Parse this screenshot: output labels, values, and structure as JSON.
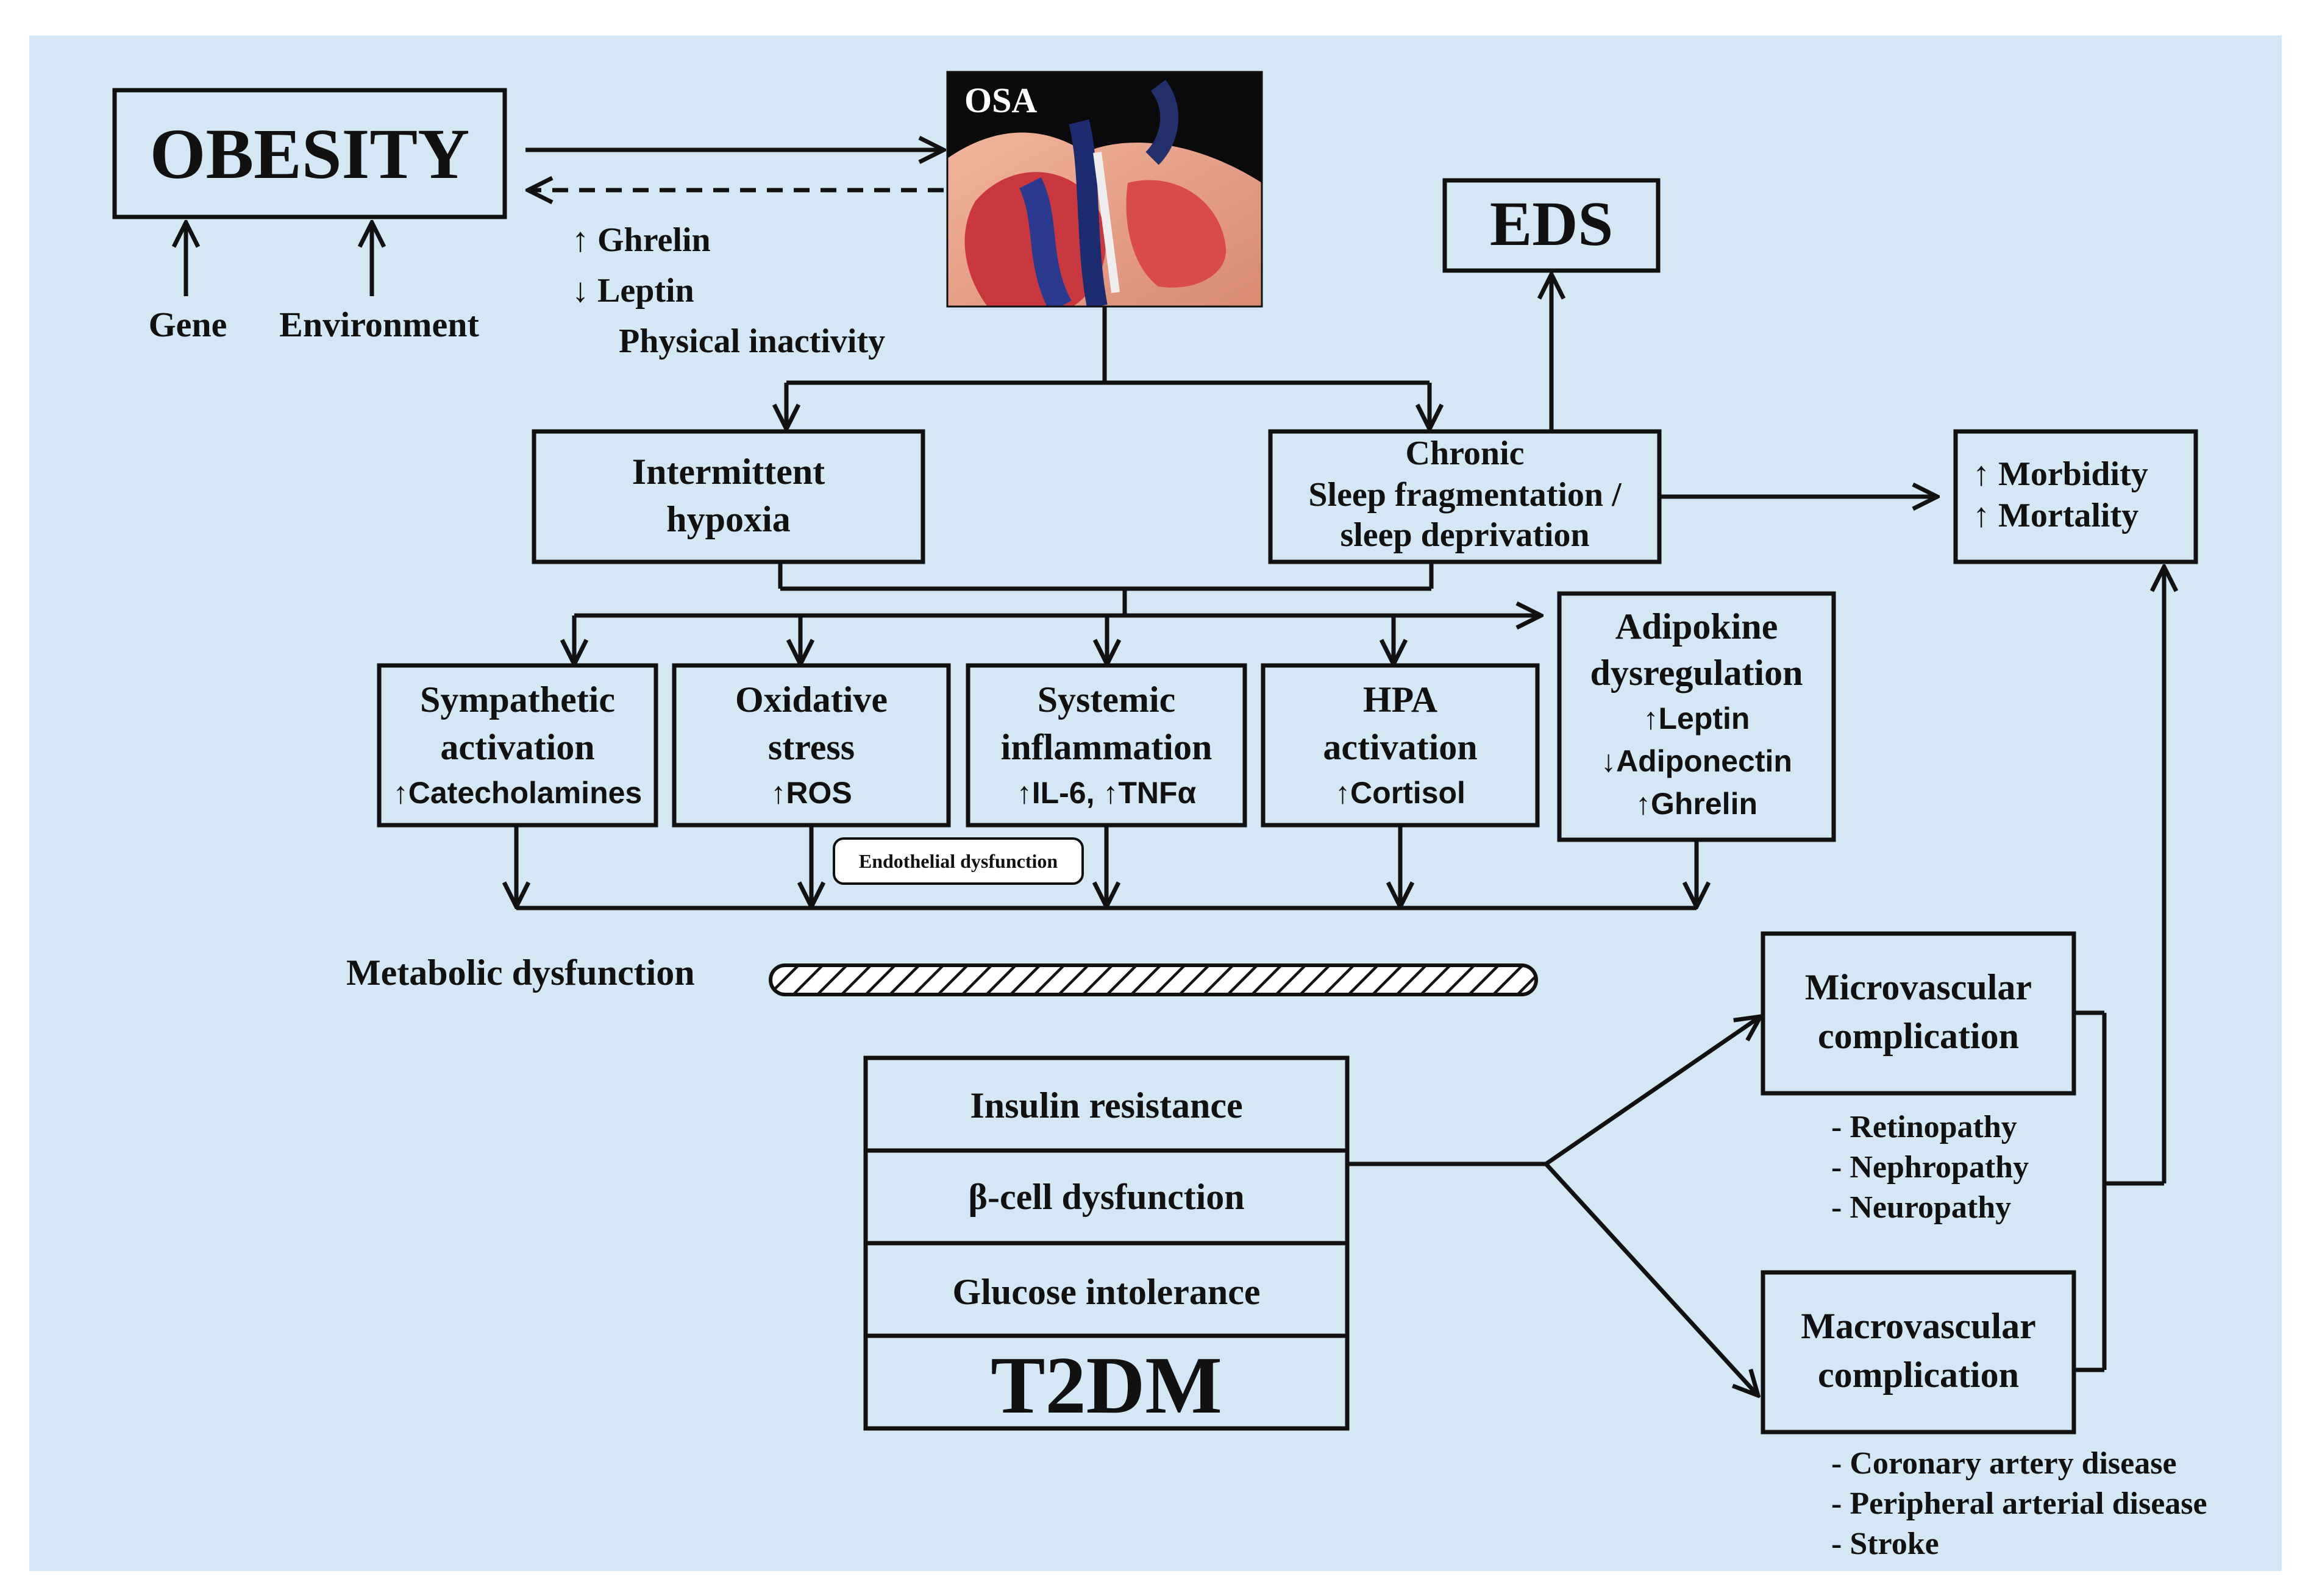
{
  "colors": {
    "background": "#d4e7f5",
    "ink": "#111111",
    "page": "#ffffff"
  },
  "obesity": {
    "title": "OBESITY",
    "gene": "Gene",
    "environment": "Environment"
  },
  "osa": {
    "label": "OSA"
  },
  "osa_to_obesity_factors": {
    "ghrelin": "↑ Ghrelin",
    "leptin": "↓ Leptin",
    "inactivity": "Physical inactivity"
  },
  "eds": {
    "title": "EDS"
  },
  "hypoxia": {
    "line1": "Intermittent",
    "line2": "hypoxia"
  },
  "sleep": {
    "line1": "Chronic",
    "line2": "Sleep fragmentation /",
    "line3": "sleep deprivation"
  },
  "outcomes": {
    "morbidity": "↑ Morbidity",
    "mortality": "↑ Mortality"
  },
  "mechanisms": {
    "sympathetic": {
      "line1": "Sympathetic",
      "line2": "activation",
      "marker": "↑Catecholamines"
    },
    "oxidative": {
      "line1": "Oxidative",
      "line2": "stress",
      "marker": "↑ROS"
    },
    "inflammation": {
      "line1": "Systemic",
      "line2": "inflammation",
      "marker": "↑IL-6, ↑TNFα"
    },
    "hpa": {
      "line1": "HPA",
      "line2": "activation",
      "marker": "↑Cortisol"
    },
    "adipokine": {
      "line1": "Adipokine",
      "line2": "dysregulation",
      "m1": "↑Leptin",
      "m2": "↓Adiponectin",
      "m3": "↑Ghrelin"
    }
  },
  "endothelial": "Endothelial dysfunction",
  "metabolic": "Metabolic dysfunction",
  "t2dm": {
    "insulin": "Insulin resistance",
    "beta": "β-cell dysfunction",
    "glucose": "Glucose intolerance",
    "title": "T2DM"
  },
  "micro": {
    "line1": "Microvascular",
    "line2": "complication",
    "items": [
      "- Retinopathy",
      "- Nephropathy",
      "- Neuropathy"
    ]
  },
  "macro": {
    "line1": "Macrovascular",
    "line2": "complication",
    "items": [
      "- Coronary artery disease",
      "- Peripheral arterial disease",
      "- Stroke"
    ]
  }
}
